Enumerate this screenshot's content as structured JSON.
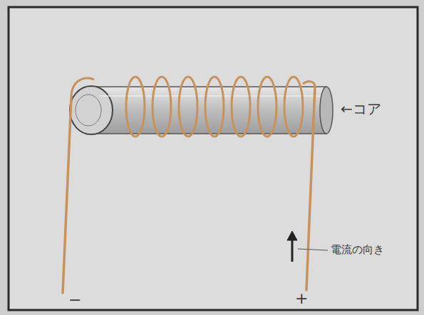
{
  "diagram": {
    "labels": [
      "←コア",
      "電流の向き",
      "−",
      "+"
    ]
  }
}
